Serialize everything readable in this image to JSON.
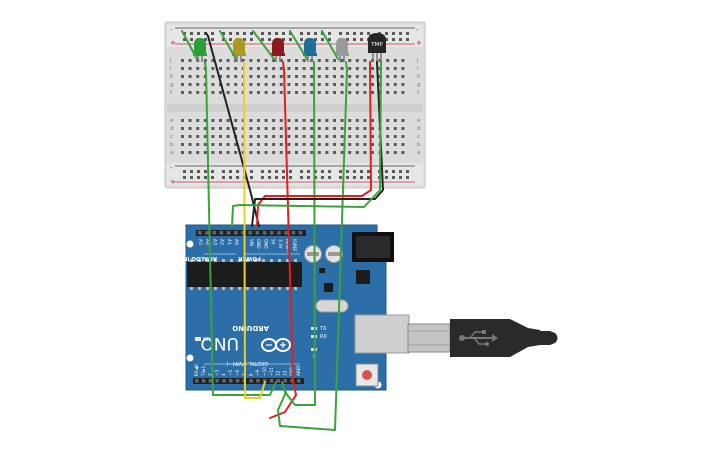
{
  "breadboard": {
    "plus": "+",
    "minus": "-",
    "row_letters_top": [
      "j",
      "i",
      "h",
      "g",
      "f"
    ],
    "row_letters_bottom": [
      "e",
      "d",
      "c",
      "b",
      "a"
    ]
  },
  "components": {
    "tmp_label": "TMP",
    "leds": [
      {
        "color_name": "green",
        "color": "#2e9e3a"
      },
      {
        "color_name": "yellow",
        "color": "#a99a22"
      },
      {
        "color_name": "red",
        "color": "#8c1a1a"
      },
      {
        "color_name": "blue",
        "color": "#1e6e9a"
      },
      {
        "color_name": "white",
        "color": "#9a9a9a"
      }
    ]
  },
  "arduino": {
    "model": "UNO",
    "brand": "ARDUINO",
    "analog_in": "ANALOG IN",
    "power": "POWER",
    "digital": "DIGITAL (PWM~)",
    "analog_pins": [
      "A5",
      "A4",
      "A3",
      "A2",
      "A1",
      "A0"
    ],
    "power_pins": [
      "VIN",
      "GND",
      "GND",
      "5V",
      "3.3V",
      "RESET",
      "IOREF"
    ],
    "on_label": "ON",
    "tx": "TX",
    "rx": "RX",
    "l": "L",
    "aref": "AREF",
    "gnd": "GND",
    "tx_pin": "TX▸1",
    "rx_pin": "RX◀0",
    "digital_pins": [
      "13",
      "12",
      "~11",
      "~10",
      "~9",
      "8",
      "7",
      "~6",
      "~5",
      "4",
      "~3",
      "2"
    ]
  },
  "colors": {
    "board": "#2b6ea8",
    "wire_green": "#3aa33a",
    "wire_yellow": "#e8d21d",
    "wire_red": "#e02020",
    "wire_black": "#222222"
  }
}
